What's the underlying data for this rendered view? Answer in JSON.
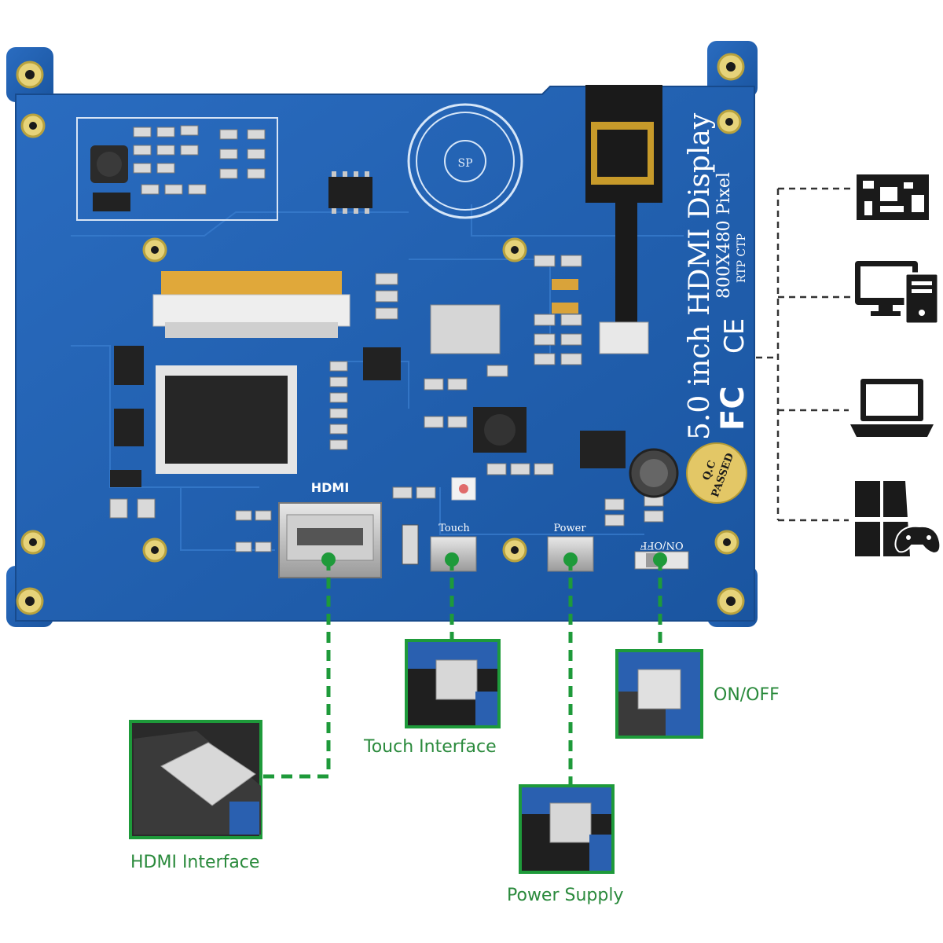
{
  "board": {
    "product": "5.0 inch HDMI Display",
    "resolution": "800X480 Pixel",
    "touch_types": "RTP  CTP",
    "hdmi_silkscreen": "HDMI",
    "touch_silkscreen": "Touch",
    "power_silkscreen": "Power",
    "switch_silkscreen": "ON/OFF",
    "qc_line1": "Q.C",
    "qc_line2": "PASSED",
    "fc_mark": "FC",
    "ce_mark": "CE",
    "sp_label": "SP"
  },
  "callouts": {
    "hdmi": "HDMI Interface",
    "touch": "Touch Interface",
    "power": "Power Supply",
    "onoff": "ON/OFF"
  },
  "devices": [
    "raspberry-pi-icon",
    "desktop-pc-icon",
    "laptop-icon",
    "game-console-icon"
  ],
  "colors": {
    "board_blue": "#1e5fb0",
    "callout_green": "#1e9a3a",
    "caption_green": "#2a8a3c"
  }
}
